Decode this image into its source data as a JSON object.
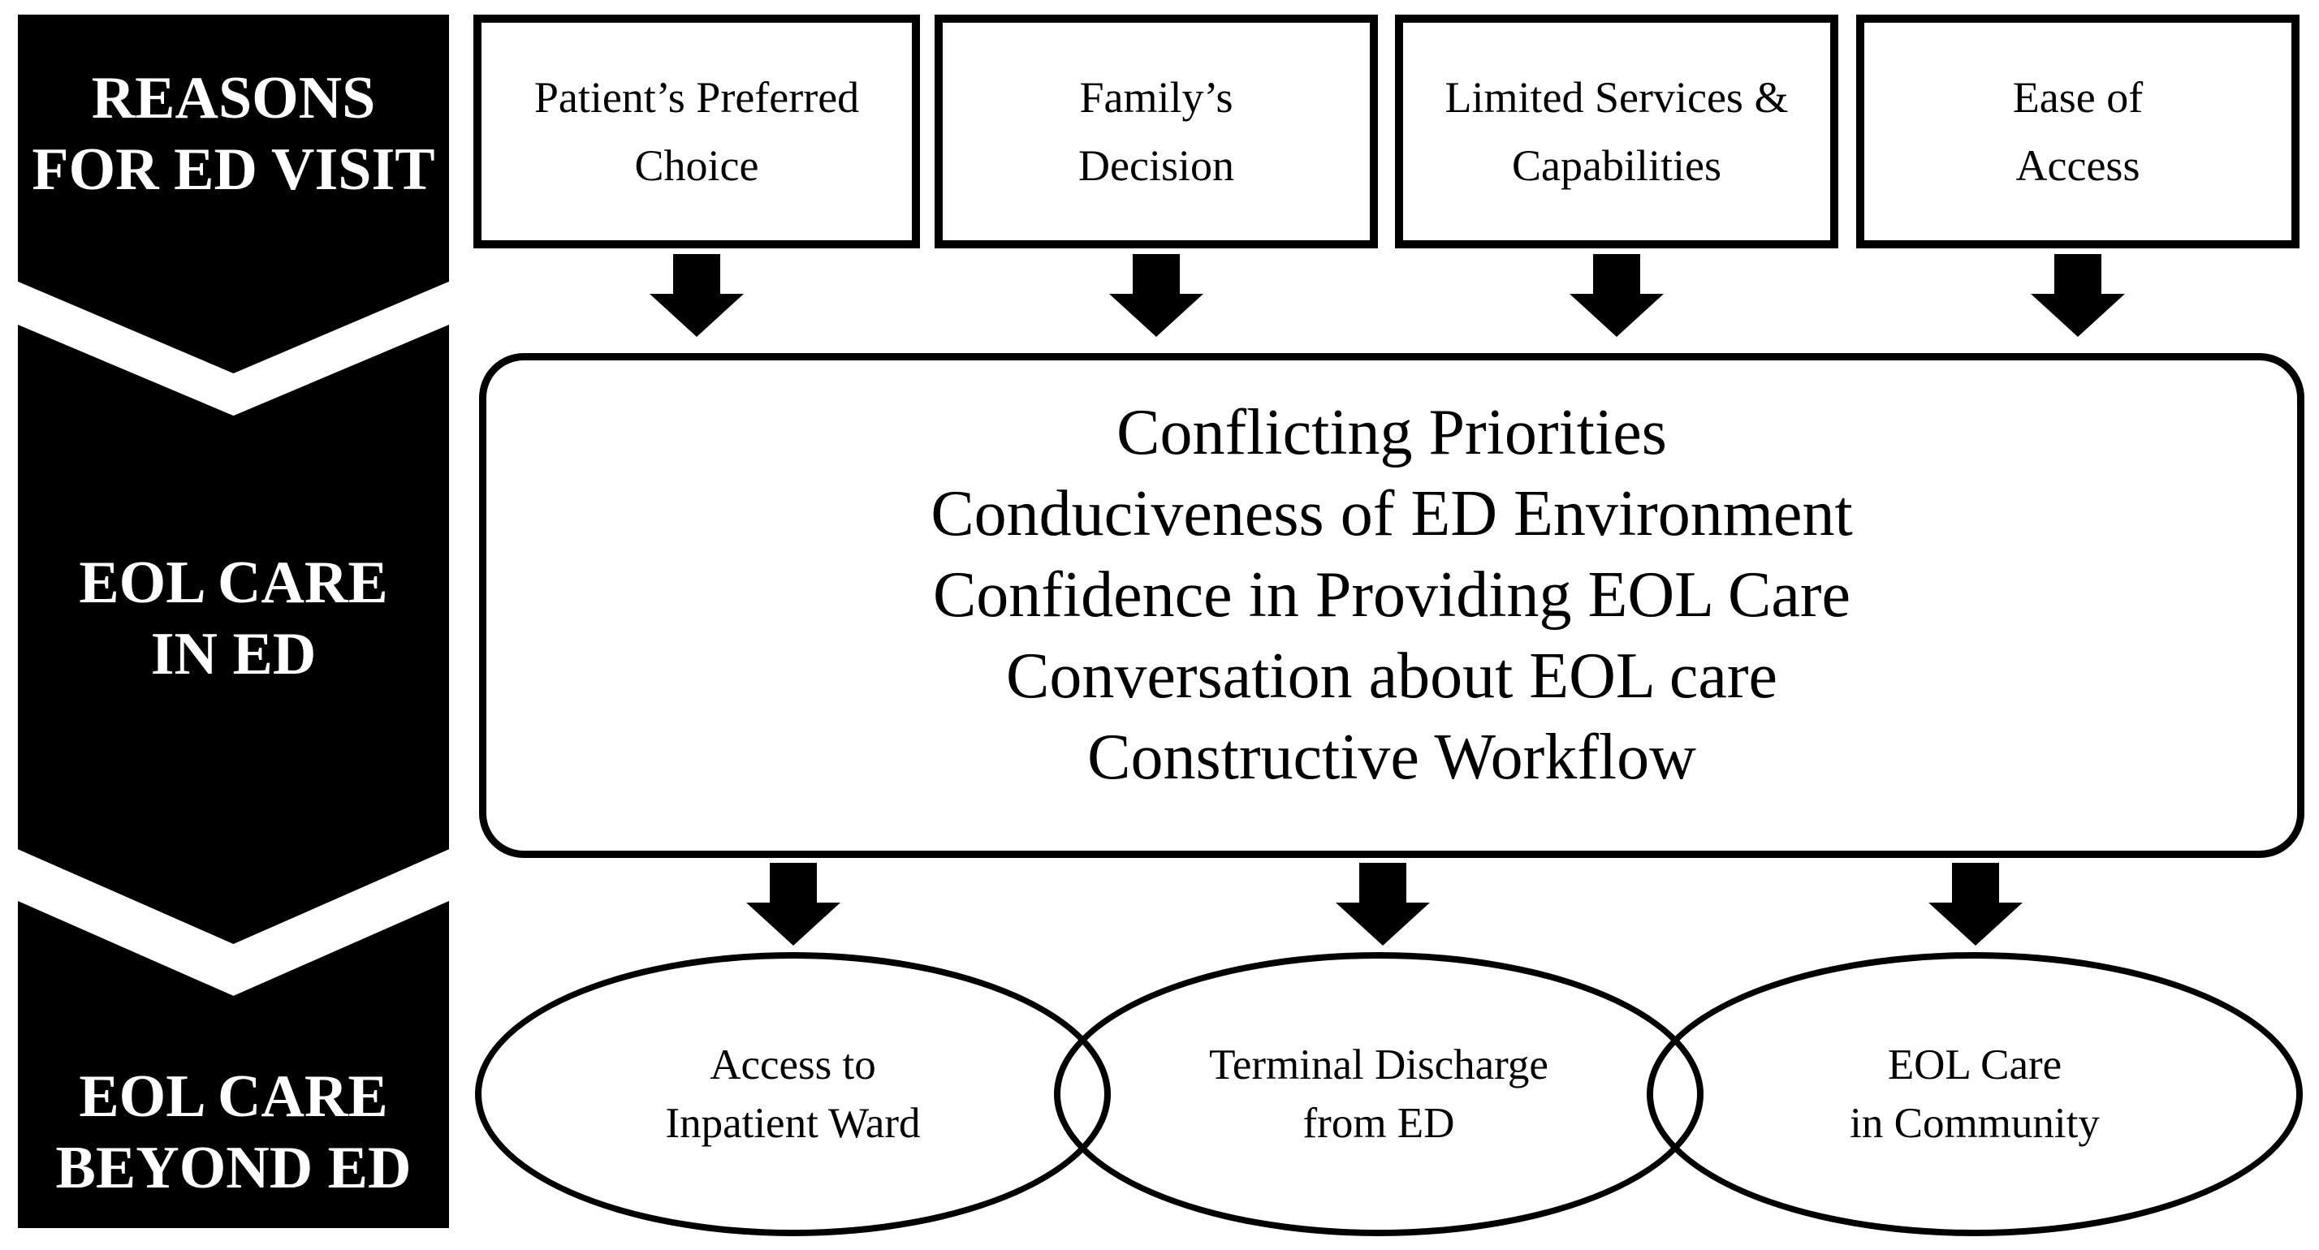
{
  "figure": {
    "colors": {
      "ink": "#000000",
      "paper": "#ffffff"
    },
    "icons": {
      "down_arrow": "▼"
    },
    "sidebar": {
      "stages": [
        {
          "lines": [
            "REASONS",
            "FOR ED VISIT"
          ]
        },
        {
          "lines": [
            "EOL CARE",
            "IN ED"
          ]
        },
        {
          "lines": [
            "EOL CARE",
            "BEYOND ED"
          ]
        }
      ]
    },
    "reasons": {
      "boxes": [
        {
          "lines": [
            "Patient’s Preferred",
            "Choice"
          ]
        },
        {
          "lines": [
            "Family’s",
            "Decision"
          ]
        },
        {
          "lines": [
            "Limited Services &",
            "Capabilities"
          ]
        },
        {
          "lines": [
            "Ease of",
            "Access"
          ]
        }
      ]
    },
    "ed_care": {
      "themes": [
        "Conflicting Priorities",
        "Conduciveness of ED Environment",
        "Confidence in Providing EOL Care",
        "Conversation about EOL care",
        "Constructive Workflow"
      ]
    },
    "beyond": {
      "outcomes": [
        {
          "lines": [
            "Access to",
            "Inpatient Ward"
          ]
        },
        {
          "lines": [
            "Terminal Discharge",
            "from ED"
          ]
        },
        {
          "lines": [
            "EOL Care",
            "in Community"
          ]
        }
      ]
    }
  }
}
